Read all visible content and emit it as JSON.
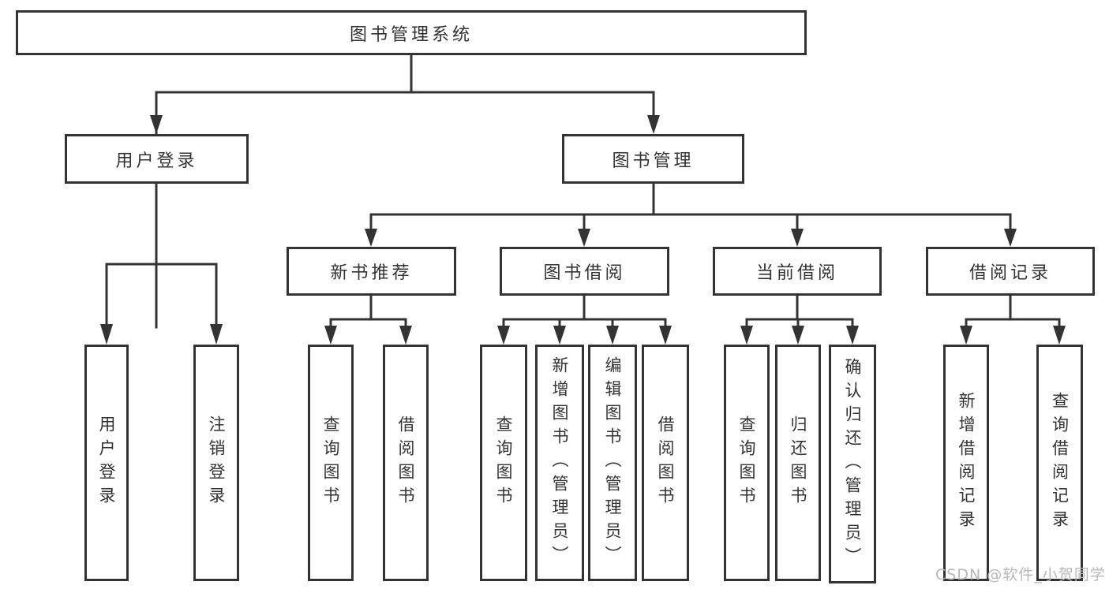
{
  "diagram_type": "hierarchy-tree",
  "tree": {
    "label": "图书管理系统",
    "children": [
      {
        "label": "用户登录",
        "children": [
          {
            "label": "用户登录"
          },
          {
            "label": "注销登录"
          }
        ]
      },
      {
        "label": "图书管理",
        "children": [
          {
            "label": "新书推荐",
            "children": [
              {
                "label": "查询图书"
              },
              {
                "label": "借阅图书"
              }
            ]
          },
          {
            "label": "图书借阅",
            "children": [
              {
                "label": "查询图书"
              },
              {
                "label": "新增图书（管理员）"
              },
              {
                "label": "编辑图书（管理员）"
              },
              {
                "label": "借阅图书"
              }
            ]
          },
          {
            "label": "当前借阅",
            "children": [
              {
                "label": "查询图书"
              },
              {
                "label": "归还图书"
              },
              {
                "label": "确认归还（管理员）"
              }
            ]
          },
          {
            "label": "借阅记录",
            "children": [
              {
                "label": "新增借阅记录"
              },
              {
                "label": "查询借阅记录"
              }
            ]
          }
        ]
      }
    ]
  },
  "watermark": "CSDN @软件_小贺同学",
  "colors": {
    "line": "#333333",
    "text": "#333333",
    "watermark": "#b8b8b8",
    "background": "#ffffff"
  }
}
